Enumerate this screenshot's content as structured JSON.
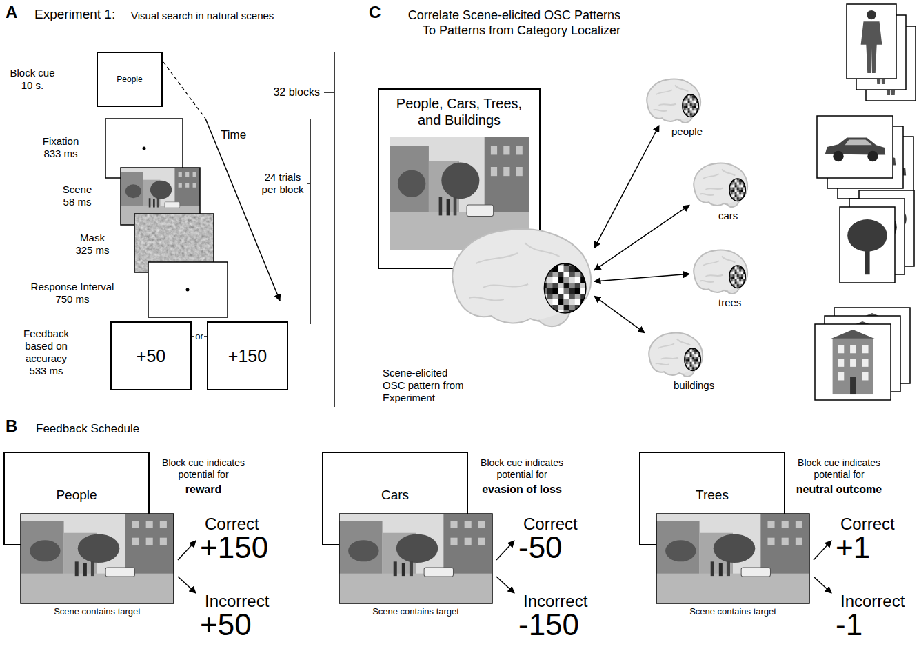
{
  "diagram": {
    "nodes": [
      {
        "text": [
          "People"
        ]
      },
      {
        "text": [
          "+50"
        ]
      },
      {
        "text": [
          "+150"
        ]
      },
      {
        "text": [
          "People, Cars, Trees, and Buildings"
        ]
      },
      {
        "text": [
          "Scene-elicited OSC pattern from Experiment"
        ]
      },
      {
        "text": [
          "people"
        ]
      },
      {
        "text": [
          "cars"
        ]
      },
      {
        "text": [
          "trees"
        ]
      },
      {
        "text": [
          "buildings"
        ]
      },
      {
        "text": [
          "People"
        ]
      },
      {
        "text": [
          "Cars"
        ]
      },
      {
        "text": [
          "Trees"
        ]
      }
    ],
    "edges": [
      {
        "from": 1,
        "to": 2,
        "arrow": "none",
        "label": "or"
      },
      {
        "from": 4,
        "to": 5,
        "arrow": "both"
      },
      {
        "from": 4,
        "to": 6,
        "arrow": "both"
      },
      {
        "from": 4,
        "to": 7,
        "arrow": "both"
      },
      {
        "from": 4,
        "to": 8,
        "arrow": "both"
      }
    ],
    "labels": [
      "A",
      "Experiment 1:",
      "Visual search in natural scenes",
      "Block cue 10 s.",
      "Time",
      "32 blocks",
      "Fixation 833 ms",
      "24 trials per block",
      "Scene 58 ms",
      "Mask 325 ms",
      "Response Interval 750 ms",
      "Feedback based on accuracy 533 ms",
      "C",
      "Correlate Scene-elicited OSC Patterns To Patterns from Category Localizer",
      "B",
      "Feedback Schedule",
      "Block cue indicates potential for",
      "reward",
      "Correct",
      "+150",
      "Incorrect",
      "+50",
      "Scene contains target",
      "Block cue indicates potential for",
      "evasion of loss",
      "Correct",
      "-50",
      "Incorrect",
      "-150",
      "Scene contains target",
      "Block cue indicates potential for",
      "neutral outcome",
      "Correct",
      "+1",
      "Incorrect",
      "-1",
      "Scene contains target"
    ]
  }
}
